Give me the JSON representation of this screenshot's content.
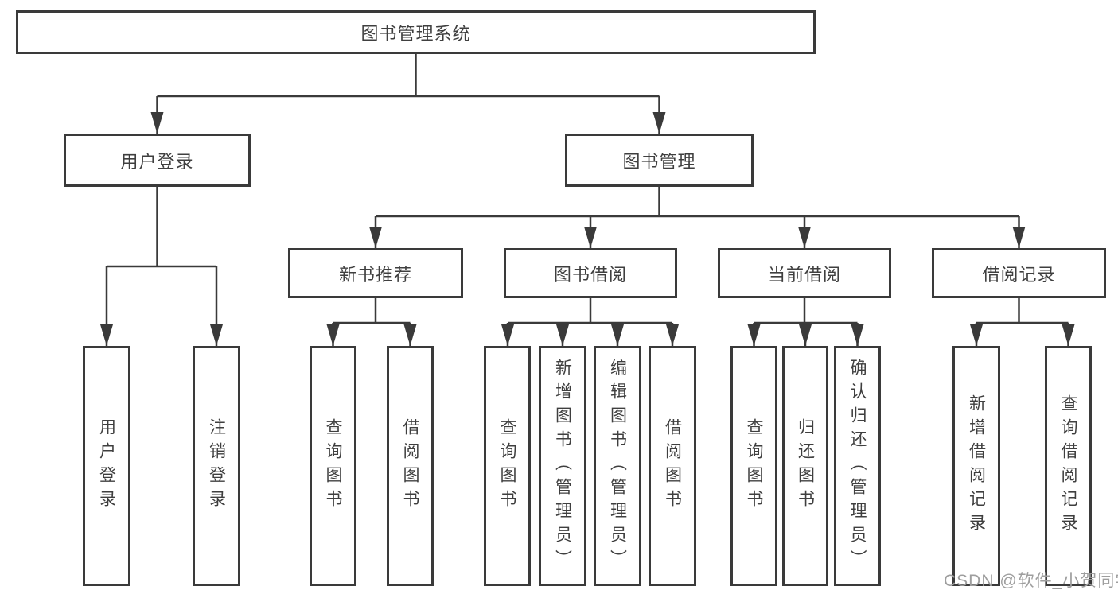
{
  "tree": {
    "label": "图书管理系统",
    "children": [
      {
        "label": "用户登录",
        "children": [
          {
            "label": "用户登录"
          },
          {
            "label": "注销登录"
          }
        ]
      },
      {
        "label": "图书管理",
        "children": [
          {
            "label": "新书推荐",
            "children": [
              {
                "label": "查询图书"
              },
              {
                "label": "借阅图书"
              }
            ]
          },
          {
            "label": "图书借阅",
            "children": [
              {
                "label": "查询图书"
              },
              {
                "label": "新增图书（管理员）"
              },
              {
                "label": "编辑图书（管理员）"
              },
              {
                "label": "借阅图书"
              }
            ]
          },
          {
            "label": "当前借阅",
            "children": [
              {
                "label": "查询图书"
              },
              {
                "label": "归还图书"
              },
              {
                "label": "确认归还（管理员）"
              }
            ]
          },
          {
            "label": "借阅记录",
            "children": [
              {
                "label": "新增借阅记录"
              },
              {
                "label": "查询借阅记录"
              }
            ]
          }
        ]
      }
    ]
  },
  "watermark": {
    "text": "CSDN @软件_小贺同学"
  },
  "colors": {
    "line": "#3a3a3a",
    "box_border": "#3a3a3a",
    "text": "#3f3f3f",
    "watermark": "#9e9e9e",
    "background": "#ffffff"
  }
}
